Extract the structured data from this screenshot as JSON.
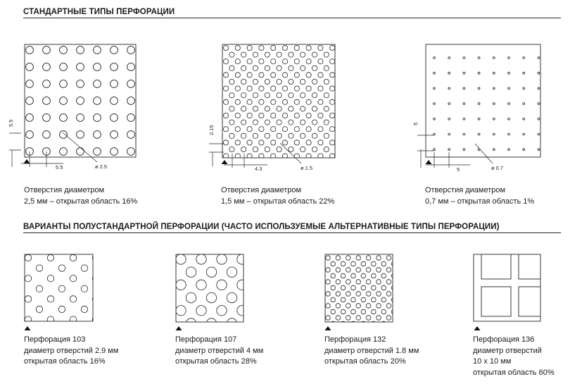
{
  "section_standard": {
    "title": "СТАНДАРТНЫЕ ТИПЫ ПЕРФОРАЦИИ",
    "items": [
      {
        "name": "Отверстия диаметром",
        "detail": "2,5 мм – открытая область 16%",
        "dim_vertical": "5.5",
        "dim_horizontal": "5.5",
        "dim_diameter": "ø 2.5"
      },
      {
        "name": "Отверстия диаметром",
        "detail": "1,5 мм – открытая область 22%",
        "dim_vertical": "2.15",
        "dim_horizontal": "4.3",
        "dim_diameter": "ø 1.5"
      },
      {
        "name": "Отверстия диаметром",
        "detail": "0,7 мм – открытая область 1%",
        "dim_vertical": "5",
        "dim_horizontal": "5",
        "dim_diameter": "ø 0.7"
      }
    ]
  },
  "section_semi": {
    "title": "ВАРИАНТЫ ПОЛУСТАНДАРТНОЙ ПЕРФОРАЦИИ (ЧАСТО ИСПОЛЬЗУЕМЫЕ АЛЬТЕРНАТИВНЫЕ ТИПЫ ПЕРФОРАЦИИ)",
    "items": [
      {
        "line1": "Перфорация 103",
        "line2": "диаметр отверстий  2.9 мм",
        "line3": "открытая область 16%",
        "line4": ""
      },
      {
        "line1": "Перфорация 107",
        "line2": "диаметр отверстий 4 мм",
        "line3": "открытая область 28%",
        "line4": ""
      },
      {
        "line1": "Перфорация 132",
        "line2": "диаметр отверстий 1.8 мм",
        "line3": "открытая область 20%",
        "line4": ""
      },
      {
        "line1": "Перфорация 136",
        "line2": "диаметр отверстий",
        "line3": "10 x 10 мм",
        "line4": "открытая область 60%"
      }
    ]
  },
  "icons": {
    "marker": "triangle-up-icon"
  },
  "colors": {
    "ink": "#1a1a1a",
    "paper": "#ffffff"
  }
}
